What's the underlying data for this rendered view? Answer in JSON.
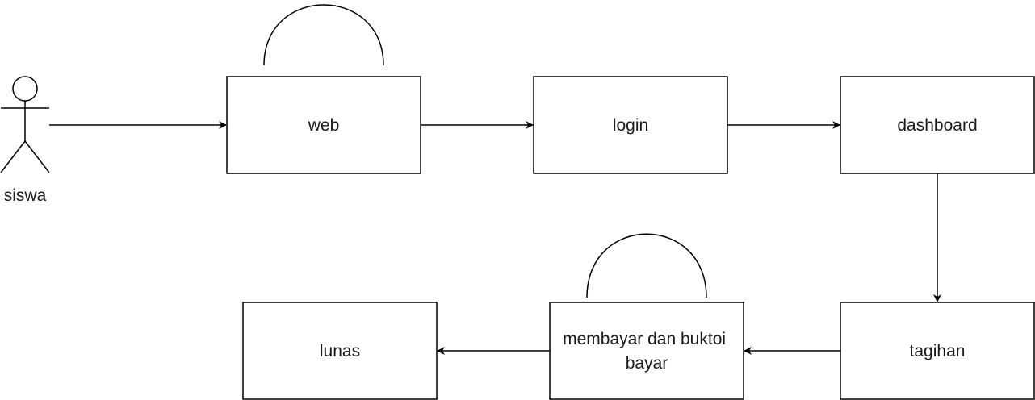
{
  "actor": {
    "label": "siswa"
  },
  "nodes": {
    "web": "web",
    "login": "login",
    "dashboard": "dashboard",
    "tagihan": "tagihan",
    "membayar_line1": "membayar dan buktoi",
    "membayar_line2": "bayar",
    "lunas": "lunas"
  },
  "colors": {
    "stroke": "#000000",
    "fill": "#ffffff",
    "text": "#1a1a1a"
  }
}
